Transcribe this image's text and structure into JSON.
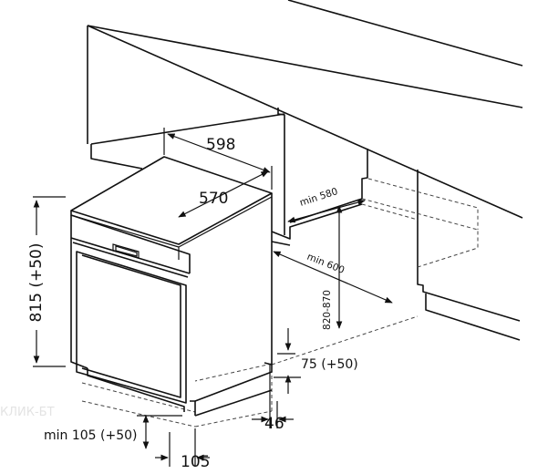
{
  "dimensions": {
    "width": "598",
    "depth": "570",
    "height": "815 (+50)",
    "niche_min_depth": "min 580",
    "niche_min_width": "min 600",
    "niche_height": "820-870",
    "plinth_height": "75 (+50)",
    "plinth_depth": "46",
    "foot_offset": "min 105 (+50)",
    "foot_depth": "105"
  },
  "watermark": "КЛИК-БТ"
}
